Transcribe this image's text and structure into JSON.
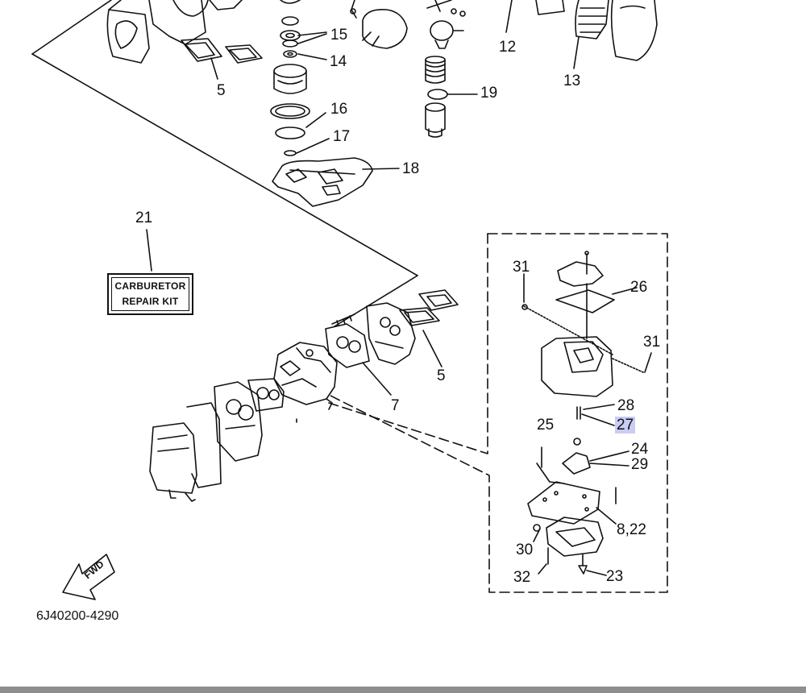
{
  "diagram": {
    "part_labels": [
      {
        "id": "15",
        "text": "15"
      },
      {
        "id": "14",
        "text": "14"
      },
      {
        "id": "12",
        "text": "12"
      },
      {
        "id": "13",
        "text": "13"
      },
      {
        "id": "5-top",
        "text": "5"
      },
      {
        "id": "16",
        "text": "16"
      },
      {
        "id": "17",
        "text": "17"
      },
      {
        "id": "19",
        "text": "19"
      },
      {
        "id": "18",
        "text": "18"
      },
      {
        "id": "21",
        "text": "21"
      },
      {
        "id": "31-left",
        "text": "31"
      },
      {
        "id": "26",
        "text": "26"
      },
      {
        "id": "31-right",
        "text": "31"
      },
      {
        "id": "5-mid",
        "text": "5"
      },
      {
        "id": "7",
        "text": "7"
      },
      {
        "id": "28",
        "text": "28"
      },
      {
        "id": "27",
        "text": "27"
      },
      {
        "id": "25",
        "text": "25"
      },
      {
        "id": "24",
        "text": "24"
      },
      {
        "id": "29",
        "text": "29"
      },
      {
        "id": "8-22",
        "text": "8,22"
      },
      {
        "id": "30",
        "text": "30"
      },
      {
        "id": "32",
        "text": "32"
      },
      {
        "id": "23",
        "text": "23"
      }
    ],
    "highlighted_part": "27",
    "highlight_color": "#c9ccf5",
    "kit_label_line1": "CARBURETOR",
    "kit_label_line2": "REPAIR KIT",
    "forward_arrow_label": "FWD",
    "diagram_code": "6J40200-4290"
  }
}
